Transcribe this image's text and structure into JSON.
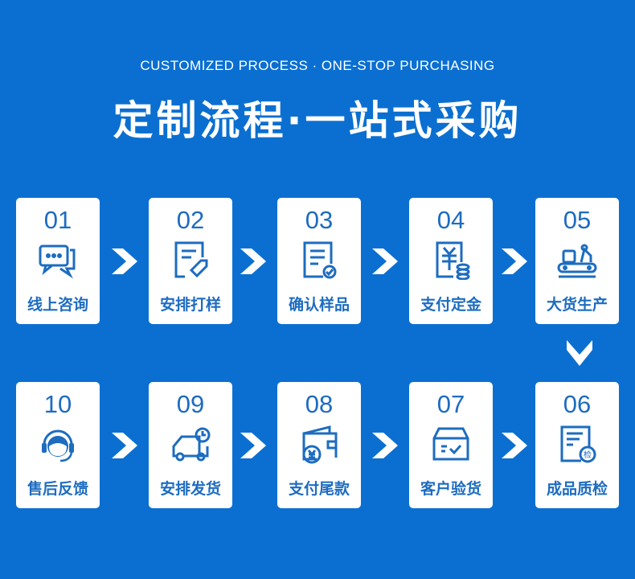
{
  "subtitle": "CUSTOMIZED PROCESS · ONE-STOP PURCHASING",
  "title": "定制流程·一站式采购",
  "steps": [
    {
      "num": "01",
      "label": "线上咨询",
      "icon": "chat-bubbles-icon"
    },
    {
      "num": "02",
      "label": "安排打样",
      "icon": "document-tag-icon"
    },
    {
      "num": "03",
      "label": "确认样品",
      "icon": "document-check-icon"
    },
    {
      "num": "04",
      "label": "支付定金",
      "icon": "yuan-coins-icon"
    },
    {
      "num": "05",
      "label": "大货生产",
      "icon": "factory-robot-arm-icon"
    },
    {
      "num": "06",
      "label": "成品质检",
      "icon": "quality-inspection-icon"
    },
    {
      "num": "07",
      "label": "客户验货",
      "icon": "box-check-icon"
    },
    {
      "num": "08",
      "label": "支付尾款",
      "icon": "wallet-yuan-icon"
    },
    {
      "num": "09",
      "label": "安排发货",
      "icon": "delivery-truck-icon"
    },
    {
      "num": "10",
      "label": "售后反馈",
      "icon": "headset-support-icon"
    }
  ],
  "colors": {
    "background": "#0b6fd1",
    "accent": "#1d6cc0",
    "card": "#ffffff"
  }
}
